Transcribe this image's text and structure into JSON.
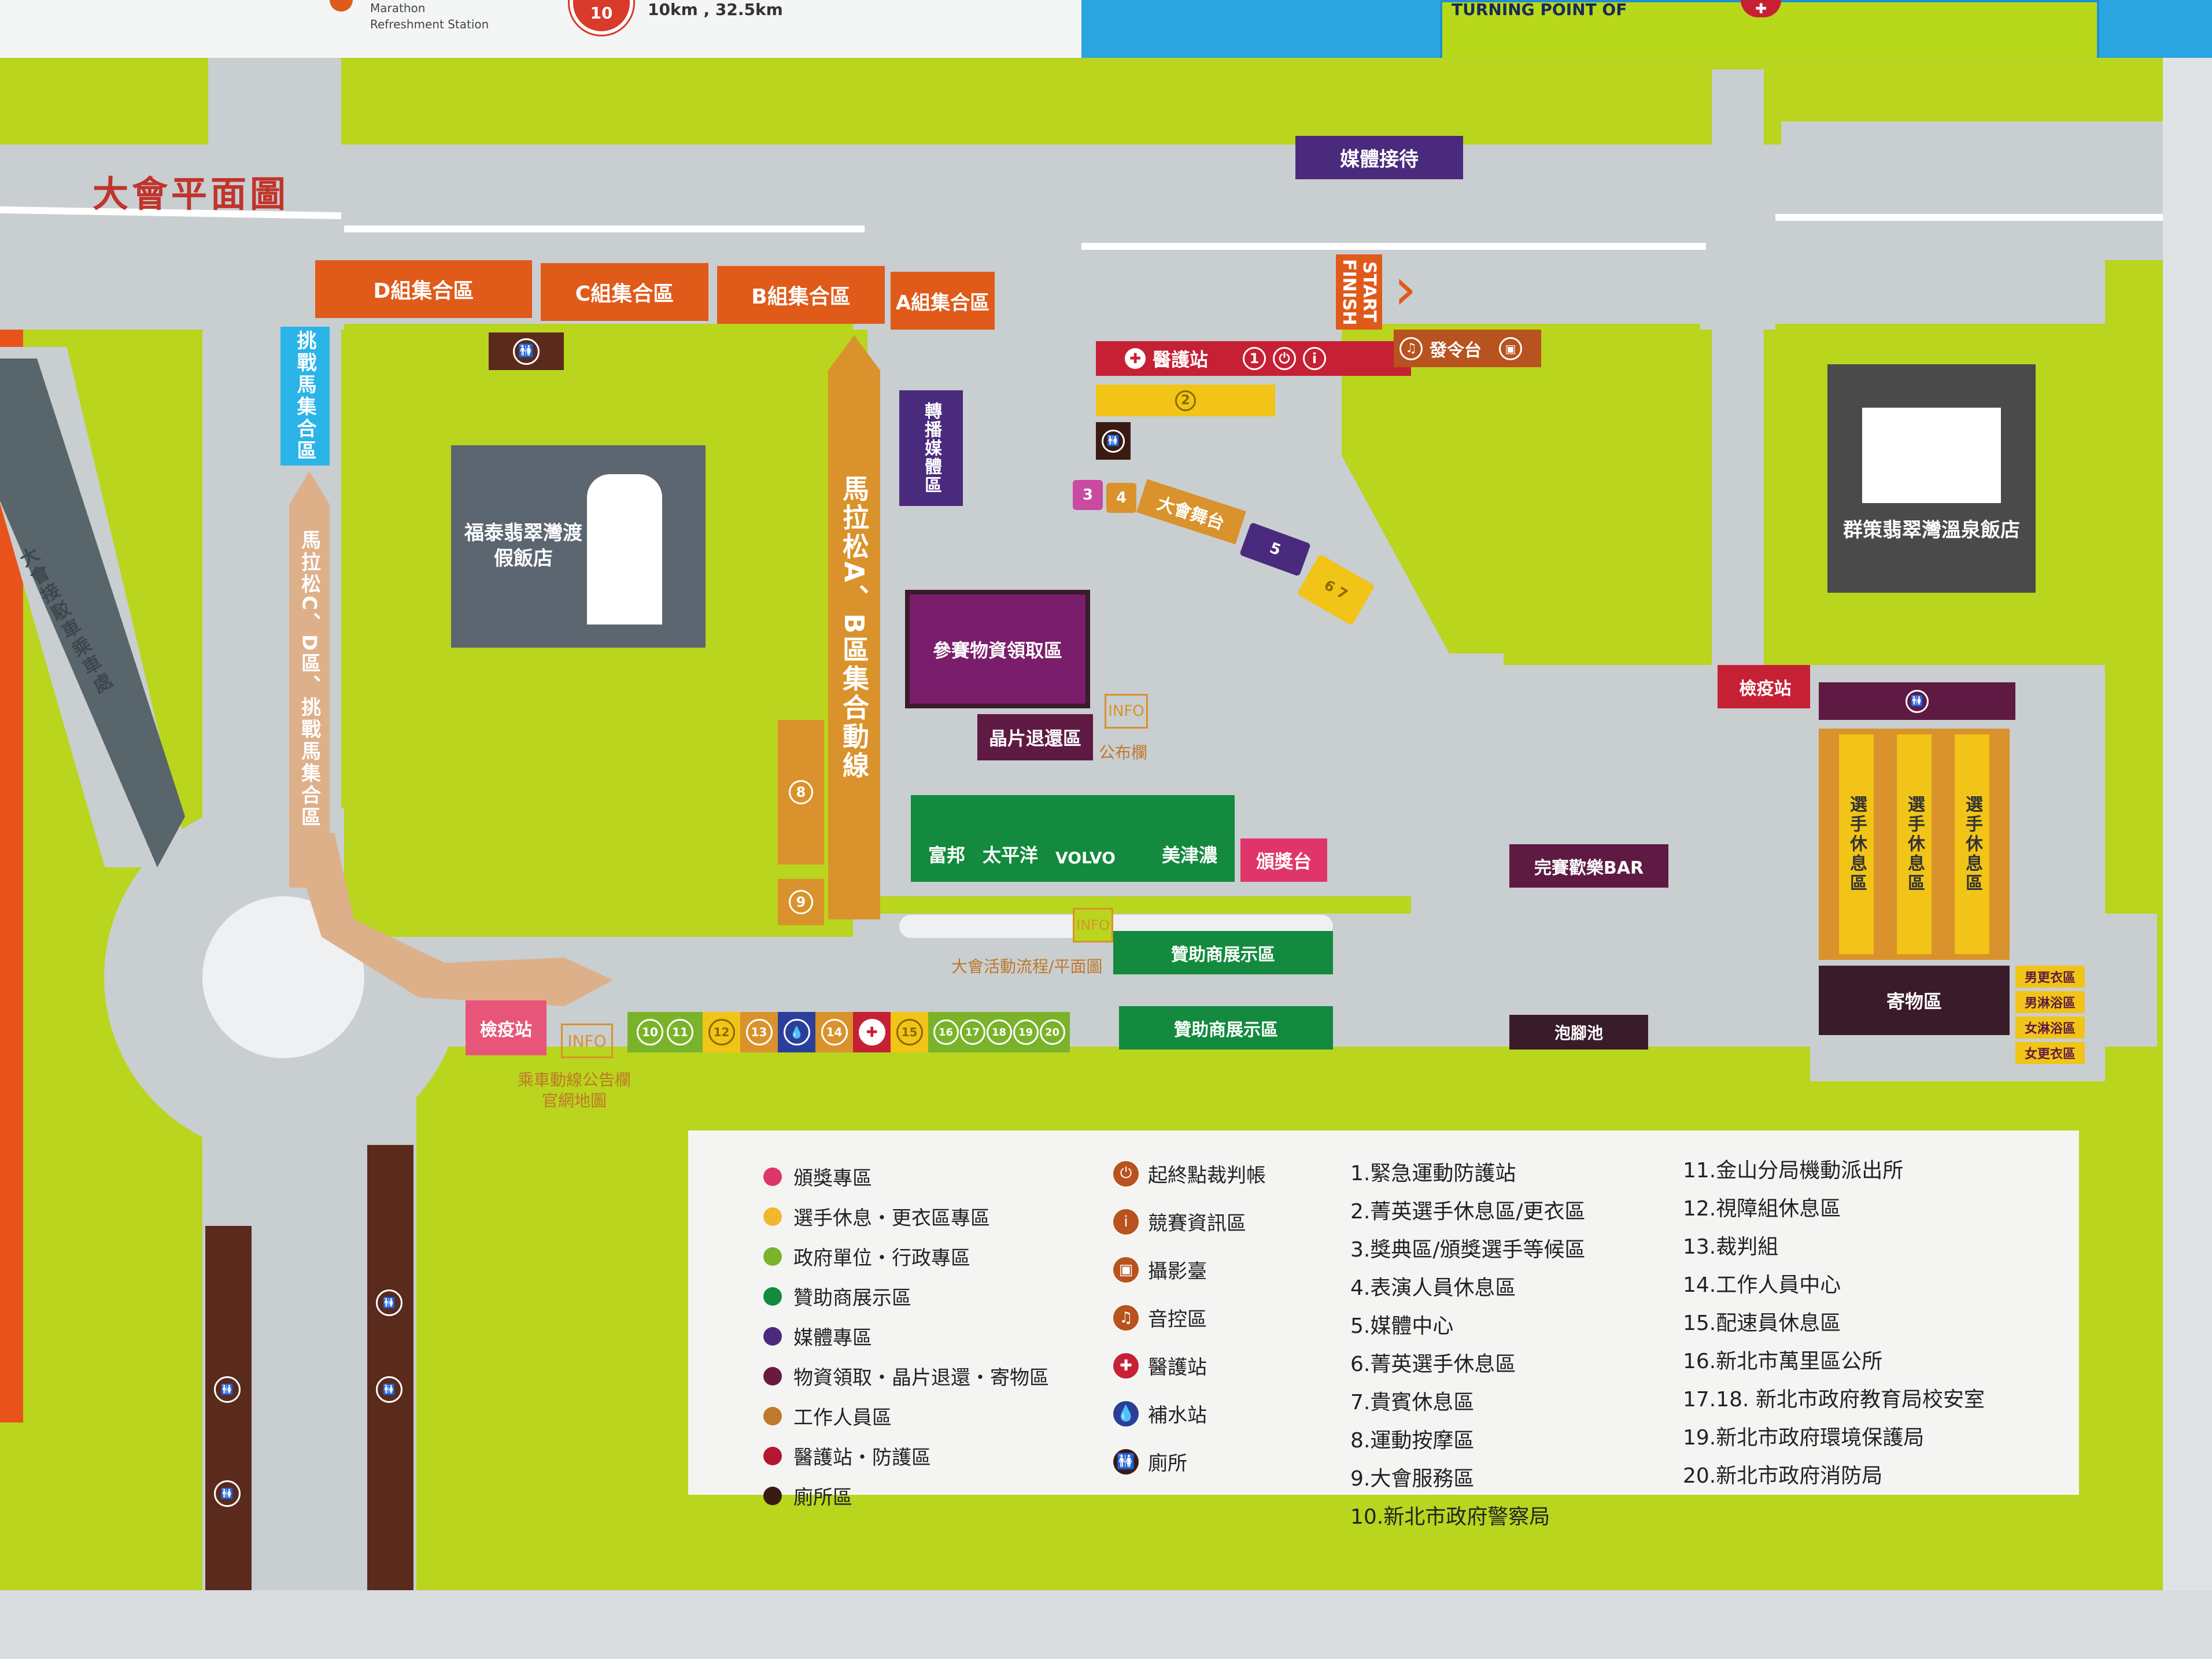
{
  "top_strip": {
    "marathon_line1": "Marathon",
    "marathon_line2": "Refreshment Station",
    "station_badge": "10",
    "distance_text": "10km , 32.5km",
    "turning_point": "TURNING POINT OF"
  },
  "map_title": "大會平面圖",
  "assembly": {
    "d": "D組集合區",
    "c": "C組集合區",
    "b": "B組集合區",
    "a": "A組集合區",
    "challenge": "挑戰馬集合區"
  },
  "routes": {
    "ab_line": "馬拉松A、B區集合動線",
    "cd_line": "馬拉松C、D區、挑戰馬集合區"
  },
  "hotels": {
    "fullon": "福泰翡翠灣渡假飯店",
    "qunce": "群策翡翠灣溫泉飯店"
  },
  "zones": {
    "media_reception": "媒體接待",
    "start_finish": "START FINISH",
    "medical": "醫護站",
    "starter": "發令台",
    "broadcast": "轉播媒體區",
    "stage": "大會舞台",
    "pickup": "參賽物資領取區",
    "chip_return": "晶片退還區",
    "bulletin": "公布欄",
    "info": "INFO",
    "fubon": "富邦",
    "taiping": "太平洋",
    "volvo": "VOLVO",
    "meijin": "美津濃",
    "award_stage": "頒獎台",
    "schedule": "大會活動流程/平面圖",
    "sponsor1": "贊助商展示區",
    "sponsor2": "贊助商展示區",
    "quarantine1": "檢疫站",
    "quarantine2": "檢疫站",
    "shuttle": "乘車動線公告欄",
    "shuttle2": "官網地圖",
    "bar": "完賽歡樂BAR",
    "footbath": "泡腳池",
    "rest1": "選手休息區",
    "rest2": "選手休息區",
    "rest3": "選手休息區",
    "storage": "寄物區",
    "men_change": "男更衣區",
    "men_shower": "男淋浴區",
    "women_shower": "女淋浴區",
    "women_change": "女更衣區",
    "parking": "大會接駁車乘車處"
  },
  "numbers": {
    "n1": "1",
    "n2": "2",
    "n3": "3",
    "n4": "4",
    "n5": "5",
    "n6": "6",
    "n7": "7",
    "n8": "8",
    "n9": "9",
    "n10": "10",
    "n11": "11",
    "n12": "12",
    "n13": "13",
    "n14": "14",
    "n15": "15",
    "n16": "16",
    "n17": "17",
    "n18": "18",
    "n19": "19",
    "n20": "20"
  },
  "legend": {
    "colors": [
      {
        "label": "頒獎專區",
        "color": "#e0356b"
      },
      {
        "label": "選手休息・更衣區專區",
        "color": "#f1b82d"
      },
      {
        "label": "政府單位・行政專區",
        "color": "#7ab32a"
      },
      {
        "label": "贊助商展示區",
        "color": "#138a3e"
      },
      {
        "label": "媒體專區",
        "color": "#4a2a7d"
      },
      {
        "label": "物資領取・晶片退還・寄物區",
        "color": "#6b1a3d"
      },
      {
        "label": "工作人員區",
        "color": "#c0782a"
      },
      {
        "label": "醫護站・防護區",
        "color": "#b5172e"
      },
      {
        "label": "廁所區",
        "color": "#3a1b12"
      }
    ],
    "icons": [
      {
        "icon": "⏻",
        "label": "起終點裁判帳"
      },
      {
        "icon": "i",
        "label": "競賽資訊區"
      },
      {
        "icon": "▣",
        "label": "攝影臺"
      },
      {
        "icon": "♫",
        "label": "音控區"
      },
      {
        "icon": "✚",
        "label": "醫護站"
      },
      {
        "icon": "💧",
        "label": "補水站"
      },
      {
        "icon": "🚻",
        "label": "廁所"
      }
    ],
    "list_a": [
      "1.緊急運動防護站",
      "2.菁英選手休息區/更衣區",
      "3.獎典區/頒獎選手等候區",
      "4.表演人員休息區",
      "5.媒體中心",
      "6.菁英選手休息區",
      "7.貴賓休息區",
      "8.運動按摩區",
      "9.大會服務區",
      "10.新北市政府警察局"
    ],
    "list_b": [
      "11.金山分局機動派出所",
      "12.視障組休息區",
      "13.裁判組",
      "14.工作人員中心",
      "15.配速員休息區",
      "16.新北市萬里區公所",
      "17.18. 新北市政府教育局校安室",
      "19.新北市政府環境保護局",
      "20.新北市政府消防局"
    ]
  }
}
